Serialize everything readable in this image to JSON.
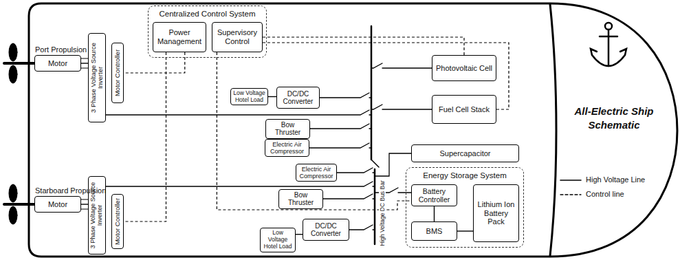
{
  "diagram": {
    "title": "All-Electric Ship Schematic",
    "nodes": [
      {
        "text": [
          "Centralized Control System"
        ]
      },
      {
        "text": [
          "Power Management"
        ],
        "in": 0
      },
      {
        "text": [
          "Supervisory Control"
        ],
        "in": 0
      },
      {
        "text": [
          "Port Propulsion",
          "Motor"
        ]
      },
      {
        "text": [
          "3 Phase Voltage Source Inverter"
        ]
      },
      {
        "text": [
          "Motor Controller"
        ]
      },
      {
        "text": [
          "Low Voltage Hotel Load"
        ]
      },
      {
        "text": [
          "DC/DC Converter"
        ]
      },
      {
        "text": [
          "Bow Thruster"
        ]
      },
      {
        "text": [
          "Electric Air Compressor"
        ]
      },
      {
        "text": [
          "Photovoltaic Cell"
        ]
      },
      {
        "text": [
          "Fuel Cell Stack"
        ]
      },
      {
        "text": [
          "Supercapacitor"
        ]
      },
      {
        "text": [
          "Starboard Propulsion",
          "Motor"
        ]
      },
      {
        "text": [
          "3 Phase Voltage Source Inverter"
        ]
      },
      {
        "text": [
          "Motor Controller"
        ]
      },
      {
        "text": [
          "Electric Air Compressor"
        ]
      },
      {
        "text": [
          "Bow Thruster"
        ]
      },
      {
        "text": [
          "Low Voltage Hotel Load"
        ]
      },
      {
        "text": [
          "DC/DC Converter"
        ]
      },
      {
        "text": [
          "Energy Storage System"
        ]
      },
      {
        "text": [
          "Battery Controller"
        ],
        "in": 20
      },
      {
        "text": [
          "BMS"
        ],
        "in": 20
      },
      {
        "text": [
          "Lithium Ion Battery Pack"
        ],
        "in": 20
      }
    ],
    "edges": [
      {
        "from": 3,
        "to": 4,
        "arrow": "none"
      },
      {
        "from": 6,
        "to": 7,
        "arrow": "none"
      },
      {
        "from": 13,
        "to": 14,
        "arrow": "none"
      },
      {
        "from": 18,
        "to": 19,
        "arrow": "none"
      },
      {
        "from": 21,
        "to": 22,
        "arrow": "none"
      },
      {
        "from": 22,
        "to": 23,
        "arrow": "none"
      },
      {
        "from": 1,
        "to": 5,
        "arrow": "none"
      },
      {
        "from": 2,
        "to": 10,
        "arrow": "none"
      },
      {
        "from": 2,
        "to": 11,
        "arrow": "none"
      },
      {
        "from": 1,
        "to": 15,
        "arrow": "none"
      },
      {
        "from": 2,
        "to": 21,
        "arrow": "none"
      }
    ],
    "labels": [
      "High Voltage DC Bus Bar"
    ],
    "legend": [
      {
        "text": "High Voltage Line"
      },
      {
        "text": "Control line"
      }
    ]
  }
}
